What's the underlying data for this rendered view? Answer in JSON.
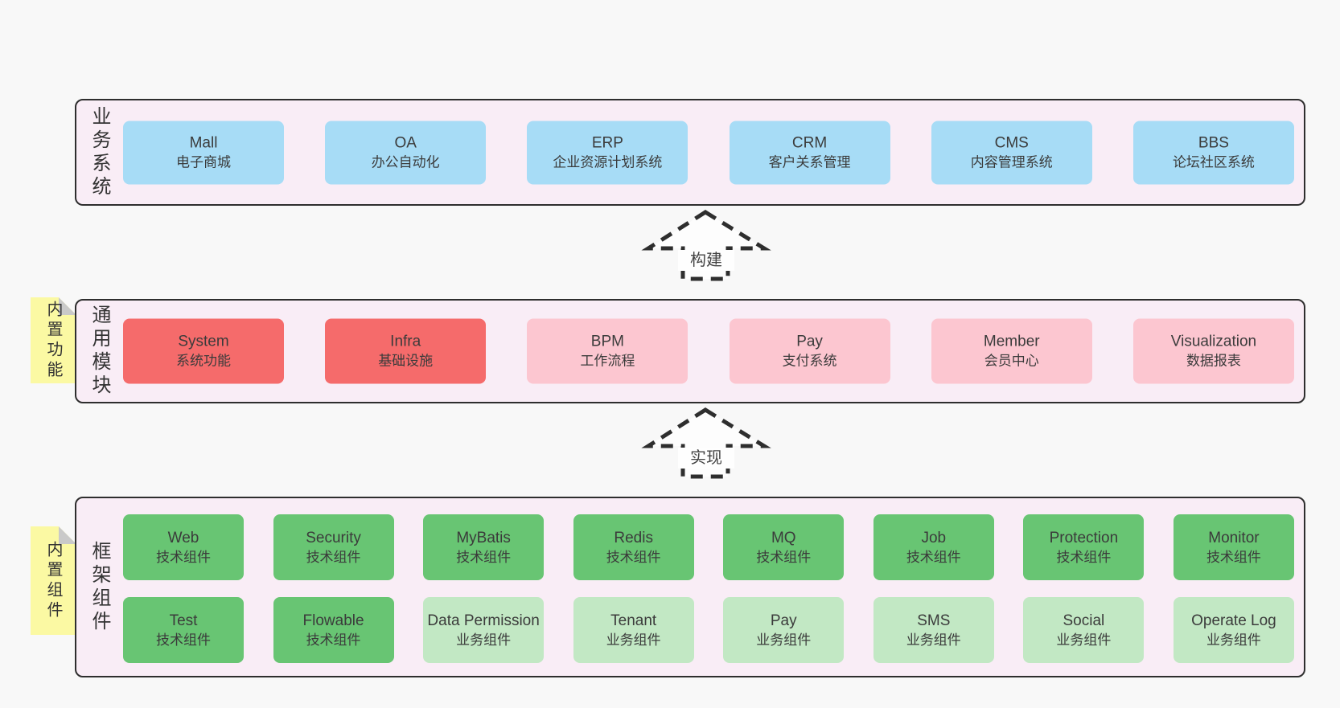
{
  "colors": {
    "page_bg": "#f8f8f8",
    "section_bg": "#f9edf6",
    "section_border": "#2e2e2e",
    "blue_box": "#a7dcf6",
    "red_box": "#f56b6b",
    "pink_box": "#fcc6d0",
    "green_box": "#68c573",
    "light_green_box": "#c2e8c4",
    "tag_yellow": "#fbf9a3",
    "tag_fold_gray": "#c9c9c9",
    "text": "#3b3b3b"
  },
  "tags": [
    {
      "label": "内置功能"
    },
    {
      "label": "内置组件"
    }
  ],
  "arrows": [
    {
      "label": "构建"
    },
    {
      "label": "实现"
    }
  ],
  "sections": {
    "business": {
      "title": "业务系统",
      "boxes": [
        {
          "en": "Mall",
          "zh": "电子商城"
        },
        {
          "en": "OA",
          "zh": "办公自动化"
        },
        {
          "en": "ERP",
          "zh": "企业资源计划系统"
        },
        {
          "en": "CRM",
          "zh": "客户关系管理"
        },
        {
          "en": "CMS",
          "zh": "内容管理系统"
        },
        {
          "en": "BBS",
          "zh": "论坛社区系统"
        }
      ]
    },
    "modules": {
      "title": "通用模块",
      "boxes": [
        {
          "en": "System",
          "zh": "系统功能"
        },
        {
          "en": "Infra",
          "zh": "基础设施"
        },
        {
          "en": "BPM",
          "zh": "工作流程"
        },
        {
          "en": "Pay",
          "zh": "支付系统"
        },
        {
          "en": "Member",
          "zh": "会员中心"
        },
        {
          "en": "Visualization",
          "zh": "数据报表"
        }
      ]
    },
    "framework": {
      "title": "框架组件",
      "row1": [
        {
          "en": "Web",
          "zh": "技术组件"
        },
        {
          "en": "Security",
          "zh": "技术组件"
        },
        {
          "en": "MyBatis",
          "zh": "技术组件"
        },
        {
          "en": "Redis",
          "zh": "技术组件"
        },
        {
          "en": "MQ",
          "zh": "技术组件"
        },
        {
          "en": "Job",
          "zh": "技术组件"
        },
        {
          "en": "Protection",
          "zh": "技术组件"
        },
        {
          "en": "Monitor",
          "zh": "技术组件"
        }
      ],
      "row2": [
        {
          "en": "Test",
          "zh": "技术组件"
        },
        {
          "en": "Flowable",
          "zh": "技术组件"
        },
        {
          "en": "Data Permission",
          "zh": "业务组件"
        },
        {
          "en": "Tenant",
          "zh": "业务组件"
        },
        {
          "en": "Pay",
          "zh": "业务组件"
        },
        {
          "en": "SMS",
          "zh": "业务组件"
        },
        {
          "en": "Social",
          "zh": "业务组件"
        },
        {
          "en": "Operate Log",
          "zh": "业务组件"
        }
      ]
    }
  }
}
